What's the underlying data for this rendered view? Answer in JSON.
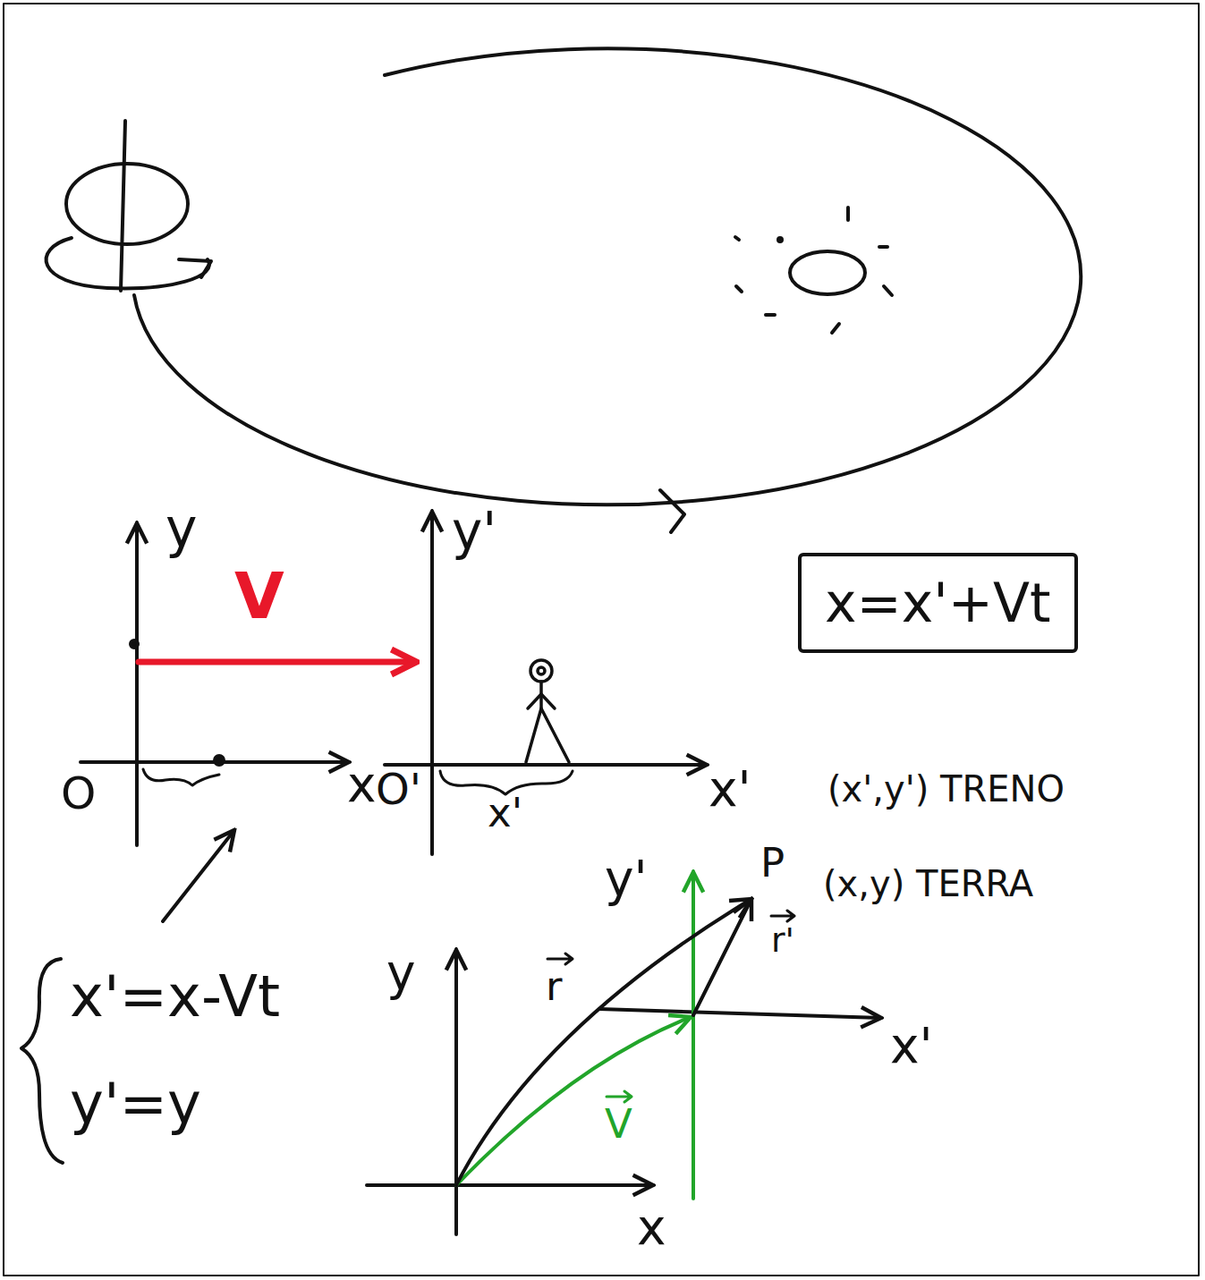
{
  "diagram": {
    "nodes": [
      {
        "text": [
          "x=x'+Vt"
        ]
      }
    ],
    "labels": [
      "y",
      "V",
      "y'",
      "O",
      "x",
      "O'",
      "x'",
      "x'",
      "(x',y') TRENO",
      "y'",
      "P",
      "(x,y) TERRA",
      "r'",
      "r",
      "x'=x-Vt",
      "y",
      "x'",
      "V",
      "y'=y",
      "x"
    ]
  }
}
